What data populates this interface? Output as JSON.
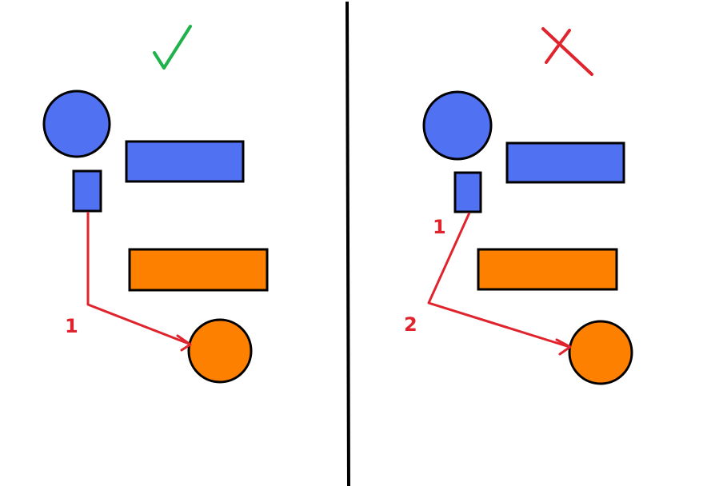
{
  "colors": {
    "blue": "#4f71f2",
    "orange": "#fe8000",
    "outline": "#000000",
    "path": "#e0242d",
    "check": "#1fb14a",
    "cross": "#e0242d",
    "divider": "#000000"
  },
  "panels": {
    "left": {
      "mark_icon": "checkmark-icon",
      "step_labels": [
        "1"
      ]
    },
    "right": {
      "mark_icon": "cross-icon",
      "step_labels": [
        "1",
        "2"
      ]
    }
  }
}
